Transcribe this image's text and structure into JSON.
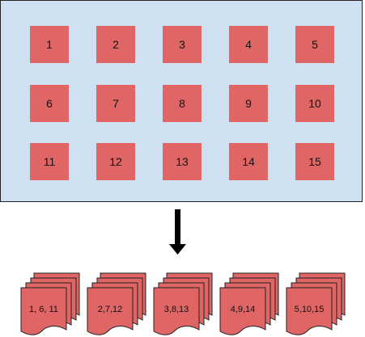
{
  "grid": {
    "panel_color": "#cfe0f1",
    "cell_color": "#e06666",
    "cells": [
      "1",
      "2",
      "3",
      "4",
      "5",
      "6",
      "7",
      "8",
      "9",
      "10",
      "11",
      "12",
      "13",
      "14",
      "15"
    ]
  },
  "arrow": {
    "direction": "down",
    "icon": "arrow-down-icon"
  },
  "stacks": [
    {
      "label": "1, 6, 11"
    },
    {
      "label": "2,7,12"
    },
    {
      "label": "3,8,13"
    },
    {
      "label": "4,9,14"
    },
    {
      "label": "5,10,15"
    }
  ]
}
